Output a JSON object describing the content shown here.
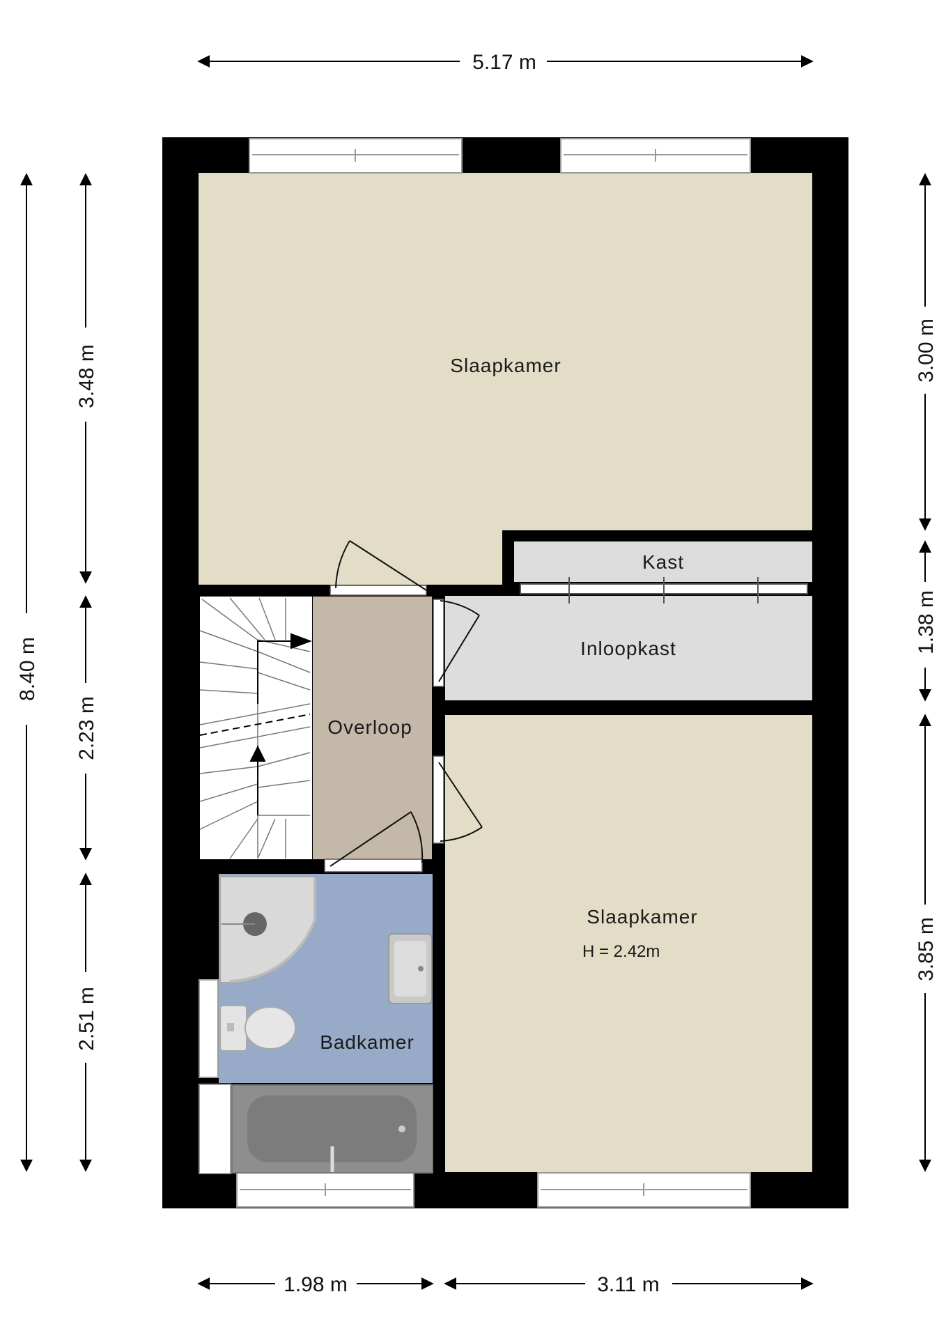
{
  "colors": {
    "wall": "#000000",
    "bedroom_floor": "#e3dcc6",
    "landing_floor": "#c4b8a8",
    "closet_floor": "#dddddd",
    "bathroom_floor": "#97aac8",
    "bathtub": "#8e8e8e",
    "fixture": "#d9d9d9"
  },
  "rooms": {
    "bedroom_top": "Slaapkamer",
    "kast": "Kast",
    "inloopkast": "Inloopkast",
    "overloop": "Overloop",
    "bedroom_bottom": "Slaapkamer",
    "bedroom_bottom_height": "H = 2.42m",
    "badkamer": "Badkamer"
  },
  "dimensions": {
    "top_width": "5.17 m",
    "left_total": "8.40 m",
    "left_seg1": "3.48 m",
    "left_seg2": "2.23 m",
    "left_seg3": "2.51 m",
    "right_seg1": "3.00 m",
    "right_seg2": "1.38 m",
    "right_seg3": "3.85 m",
    "bottom_left": "1.98 m",
    "bottom_right": "3.11 m"
  },
  "icons": [
    "door-swing-icon",
    "stairs-icon",
    "shower-icon",
    "toilet-icon",
    "sink-icon",
    "bathtub-icon",
    "window-icon"
  ]
}
